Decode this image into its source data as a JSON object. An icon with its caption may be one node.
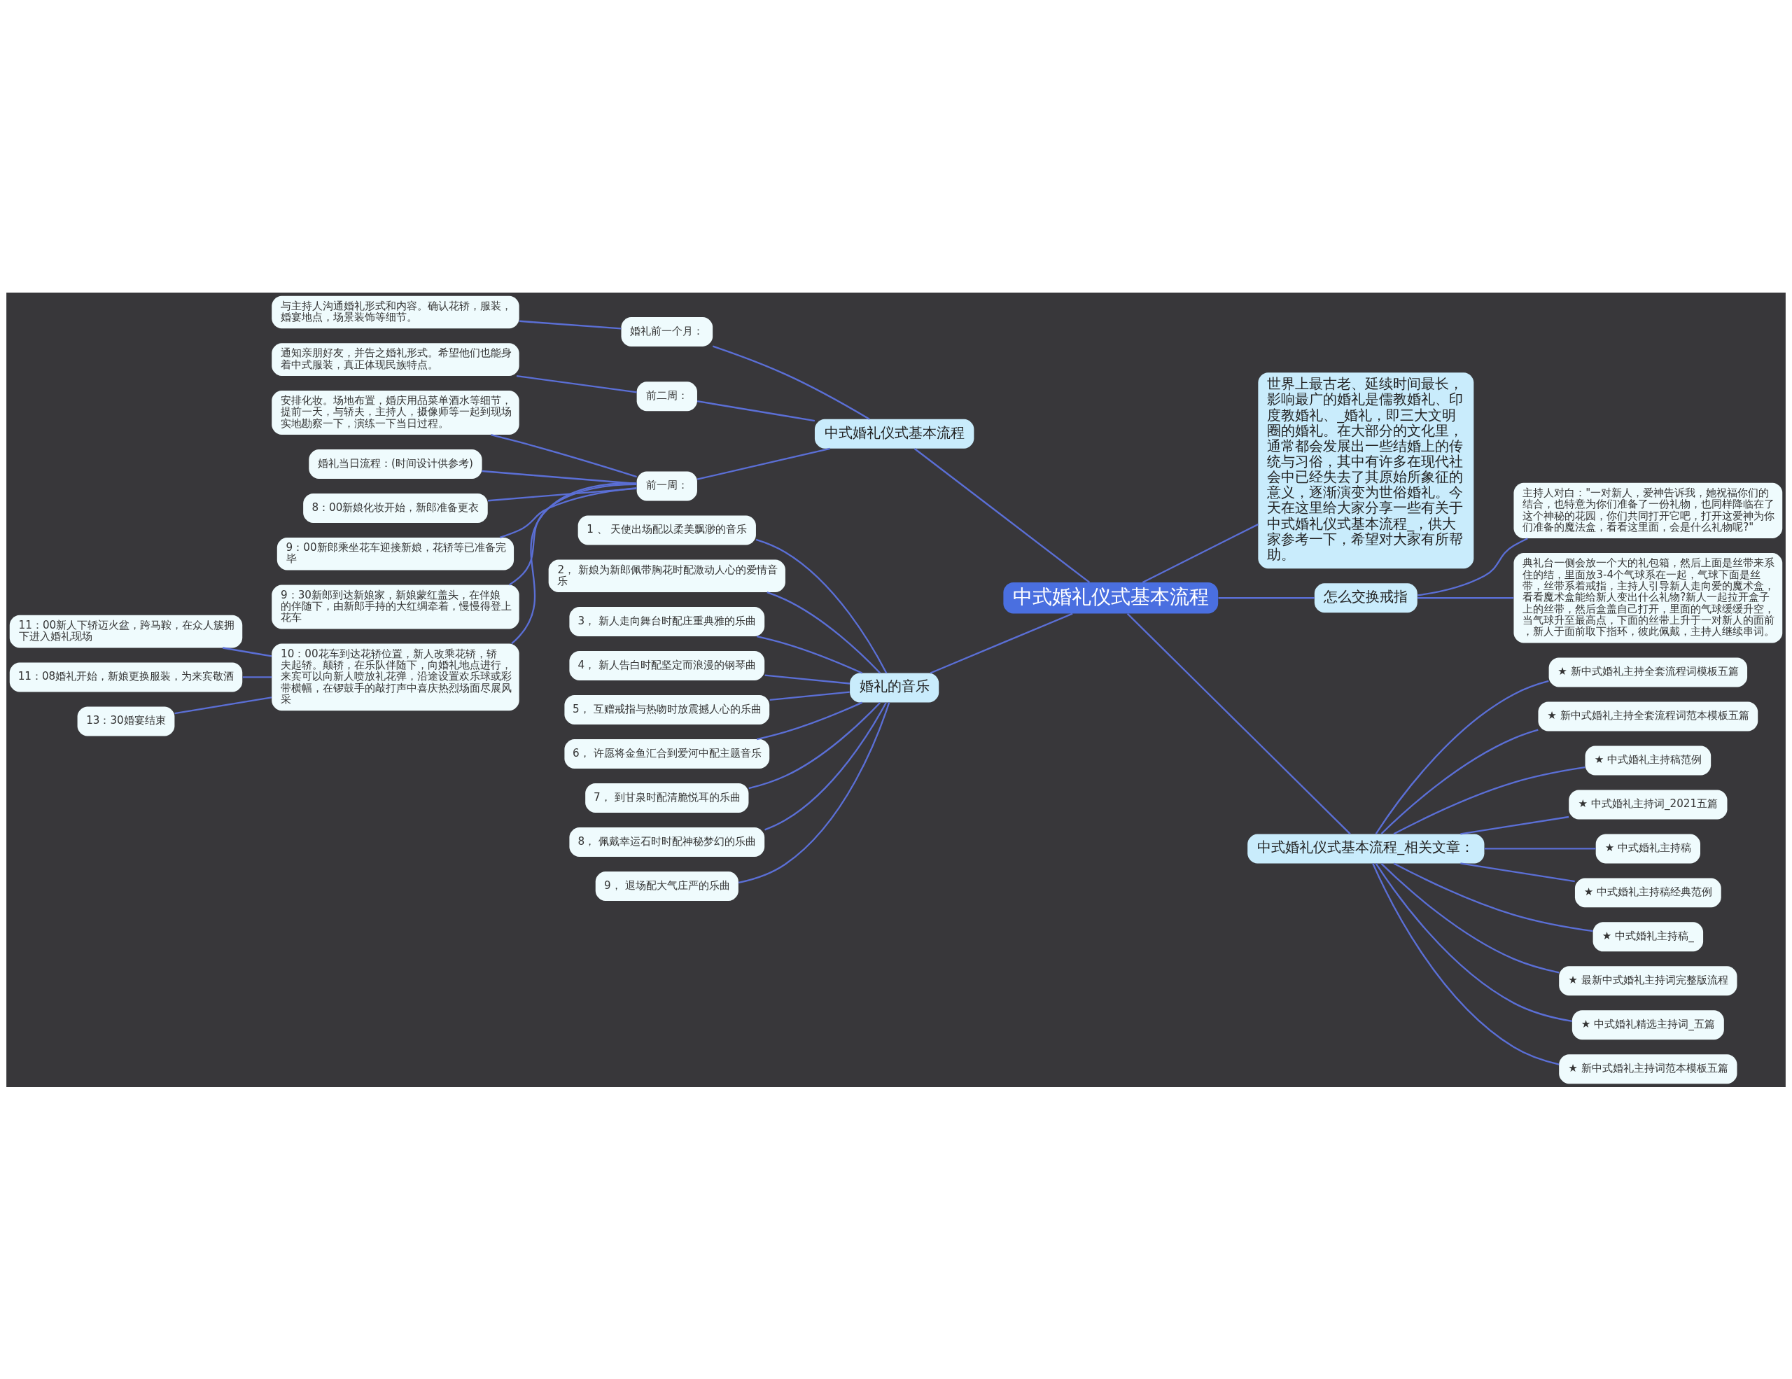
{
  "diagram": {
    "nodes": [
      {
        "text": [
          "中式婚礼仪式基本流程"
        ]
      },
      {
        "text": [
          "中式婚礼仪式基本流程"
        ]
      },
      {
        "text": [
          "婚礼前一个月："
        ]
      },
      {
        "text": [
          "与主持人沟通婚礼形式和内容。确认花轿，服装，婚宴地点，场景装饰等细节。"
        ]
      },
      {
        "text": [
          "前二周："
        ]
      },
      {
        "text": [
          "通知亲朋好友，并告之婚礼形式。希望他们也能身着中式服装，真正体现民族特点。"
        ]
      },
      {
        "text": [
          "前一周："
        ]
      },
      {
        "text": [
          "安排化妆。场地布置，婚庆用品菜单酒水等细节，提前一天，与轿夫，主持人，摄像师等一起到现场实地勘察一下，演练一下当日过程。"
        ]
      },
      {
        "text": [
          "婚礼当日流程：(时间设计供参考)"
        ]
      },
      {
        "text": [
          "8：00新娘化妆开始，新郎准备更衣"
        ]
      },
      {
        "text": [
          "9：00新郎乘坐花车迎接新娘，花轿等已准备完毕"
        ]
      },
      {
        "text": [
          "9：30新郎到达新娘家，新娘蒙红盖头，在伴娘的伴随下，由新郎手持的大红绸牵着，慢慢得登上花车"
        ]
      },
      {
        "text": [
          "10：00花车到达花轿位置，新人改乘花轿，轿夫起轿。颠轿，在乐队伴随下，向婚礼地点进行，来宾可以向新人喷放礼花弹，沿途设置欢乐球或彩带横幅，在锣鼓手的敲打声中喜庆热烈场面尽展风采"
        ]
      },
      {
        "text": [
          "11：00新人下轿迈火盆，跨马鞍，在众人簇拥下进入婚礼现场"
        ]
      },
      {
        "text": [
          "11：08婚礼开始，新娘更换服装，为来宾敬酒"
        ]
      },
      {
        "text": [
          "13：30婚宴结束"
        ]
      },
      {
        "text": [
          "婚礼的音乐"
        ]
      },
      {
        "text": [
          "1 、 天使出场配以柔美飘渺的音乐"
        ]
      },
      {
        "text": [
          "2， 新娘为新郎佩带胸花时配激动人心的爱情音乐"
        ]
      },
      {
        "text": [
          "3， 新人走向舞台时配庄重典雅的乐曲"
        ]
      },
      {
        "text": [
          "4， 新人告白时配坚定而浪漫的钢琴曲"
        ]
      },
      {
        "text": [
          "5， 互赠戒指与热吻时放震撼人心的乐曲"
        ]
      },
      {
        "text": [
          "6， 许愿将金鱼汇合到爱河中配主题音乐"
        ]
      },
      {
        "text": [
          "7， 到甘泉时配清脆悦耳的乐曲"
        ]
      },
      {
        "text": [
          "8， 佩戴幸运石时时配神秘梦幻的乐曲"
        ]
      },
      {
        "text": [
          "9， 退场配大气庄严的乐曲"
        ]
      },
      {
        "text": [
          "世界上最古老、延续时间最长，影响最广的婚礼是儒教婚礼、印度教婚礼、_婚礼，即三大文明圈的婚礼。在大部分的文化里，通常都会发展出一些结婚上的传统与习俗，其中有许多在现代社会中已经失去了其原始所象征的意义，逐渐演变为世俗婚礼。今天在这里给大家分享一些有关于中式婚礼仪式基本流程_，供大家参考一下，希望对大家有所帮助。"
        ]
      },
      {
        "text": [
          "怎么交换戒指"
        ]
      },
      {
        "text": [
          "主持人对白：\"一对新人，爱神告诉我，她祝福你们的结合，也特意为你们准备了一份礼物，也同样降临在了这个神秘的花园，你们共同打开它吧，打开这爱神为你们准备的魔法盒，看看这里面，会是什么礼物呢?\""
        ]
      },
      {
        "text": [
          "典礼台一侧会放一个大的礼包箱，然后上面是丝带来系住的结，里面放3-4个气球系在一起，气球下面是丝带，丝带系着戒指，主持人引导新人走向爱的魔术盒，看看魔术盒能给新人变出什么礼物?新人一起拉开盒子上的丝带，然后盒盖自己打开，里面的气球缓缓升空，当气球升至最高点，下面的丝带上升于一对新人的面前，新人于面前取下指环，彼此佩戴，主持人继续串词。"
        ]
      },
      {
        "text": [
          "中式婚礼仪式基本流程_相关文章："
        ]
      },
      {
        "text": [
          "★ 新中式婚礼主持全套流程词模板五篇"
        ]
      },
      {
        "text": [
          "★ 新中式婚礼主持全套流程词范本模板五篇"
        ]
      },
      {
        "text": [
          "★ 中式婚礼主持稿范例"
        ]
      },
      {
        "text": [
          "★ 中式婚礼主持词_2021五篇"
        ]
      },
      {
        "text": [
          "★ 中式婚礼主持稿"
        ]
      },
      {
        "text": [
          "★ 中式婚礼主持稿经典范例"
        ]
      },
      {
        "text": [
          "★ 中式婚礼主持稿_"
        ]
      },
      {
        "text": [
          "★ 最新中式婚礼主持词完整版流程"
        ]
      },
      {
        "text": [
          "★ 中式婚礼精选主持词_五篇"
        ]
      },
      {
        "text": [
          "★ 新中式婚礼主持词范本模板五篇"
        ]
      }
    ],
    "edges": [
      {
        "from": 0,
        "to": 1,
        "arrow": "none"
      },
      {
        "from": 1,
        "to": 2,
        "arrow": "none"
      },
      {
        "from": 2,
        "to": 3,
        "arrow": "none"
      },
      {
        "from": 1,
        "to": 4,
        "arrow": "none"
      },
      {
        "from": 4,
        "to": 5,
        "arrow": "none"
      },
      {
        "from": 1,
        "to": 6,
        "arrow": "none"
      },
      {
        "from": 6,
        "to": 7,
        "arrow": "none"
      },
      {
        "from": 6,
        "to": 8,
        "arrow": "none"
      },
      {
        "from": 6,
        "to": 9,
        "arrow": "none"
      },
      {
        "from": 6,
        "to": 10,
        "arrow": "none"
      },
      {
        "from": 6,
        "to": 11,
        "arrow": "none"
      },
      {
        "from": 6,
        "to": 12,
        "arrow": "none"
      },
      {
        "from": 12,
        "to": 13,
        "arrow": "none"
      },
      {
        "from": 12,
        "to": 14,
        "arrow": "none"
      },
      {
        "from": 12,
        "to": 15,
        "arrow": "none"
      },
      {
        "from": 0,
        "to": 16,
        "arrow": "none"
      },
      {
        "from": 16,
        "to": 17,
        "arrow": "none"
      },
      {
        "from": 16,
        "to": 18,
        "arrow": "none"
      },
      {
        "from": 16,
        "to": 19,
        "arrow": "none"
      },
      {
        "from": 16,
        "to": 20,
        "arrow": "none"
      },
      {
        "from": 16,
        "to": 21,
        "arrow": "none"
      },
      {
        "from": 16,
        "to": 22,
        "arrow": "none"
      },
      {
        "from": 16,
        "to": 23,
        "arrow": "none"
      },
      {
        "from": 16,
        "to": 24,
        "arrow": "none"
      },
      {
        "from": 16,
        "to": 25,
        "arrow": "none"
      },
      {
        "from": 0,
        "to": 26,
        "arrow": "none"
      },
      {
        "from": 0,
        "to": 27,
        "arrow": "none"
      },
      {
        "from": 27,
        "to": 28,
        "arrow": "none"
      },
      {
        "from": 27,
        "to": 29,
        "arrow": "none"
      },
      {
        "from": 0,
        "to": 30,
        "arrow": "none"
      },
      {
        "from": 30,
        "to": 31,
        "arrow": "none"
      },
      {
        "from": 30,
        "to": 32,
        "arrow": "none"
      },
      {
        "from": 30,
        "to": 33,
        "arrow": "none"
      },
      {
        "from": 30,
        "to": 34,
        "arrow": "none"
      },
      {
        "from": 30,
        "to": 35,
        "arrow": "none"
      },
      {
        "from": 30,
        "to": 36,
        "arrow": "none"
      },
      {
        "from": 30,
        "to": 37,
        "arrow": "none"
      },
      {
        "from": 30,
        "to": 38,
        "arrow": "none"
      },
      {
        "from": 30,
        "to": 39,
        "arrow": "none"
      },
      {
        "from": 30,
        "to": 40,
        "arrow": "none"
      }
    ]
  }
}
